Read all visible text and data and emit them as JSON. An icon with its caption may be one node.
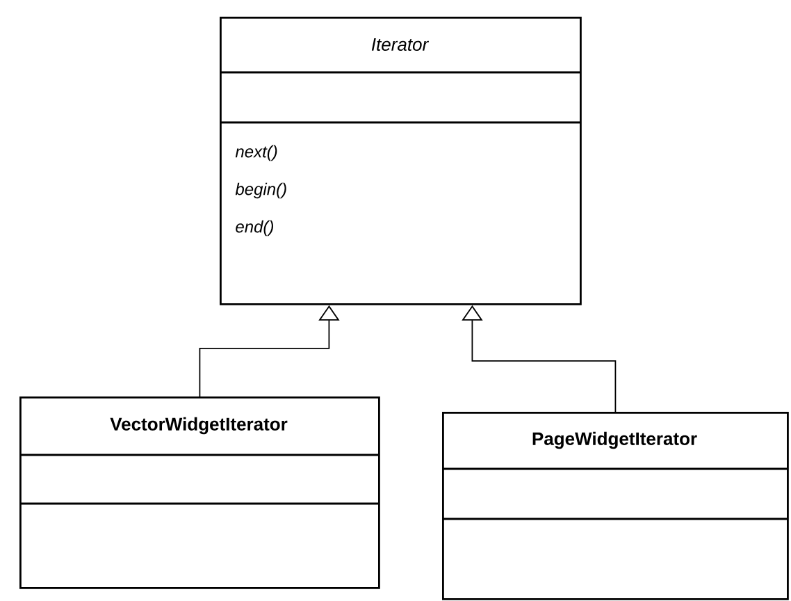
{
  "diagram": {
    "nodes": [
      {
        "text": [
          "Iterator",
          "next()",
          "begin()",
          "end()"
        ]
      },
      {
        "text": [
          "VectorWidgetIterator"
        ]
      },
      {
        "text": [
          "PageWidgetIterator"
        ]
      }
    ],
    "edges": [
      {
        "from": 1,
        "to": 0,
        "arrow": "to"
      },
      {
        "from": 2,
        "to": 0,
        "arrow": "to"
      }
    ]
  }
}
